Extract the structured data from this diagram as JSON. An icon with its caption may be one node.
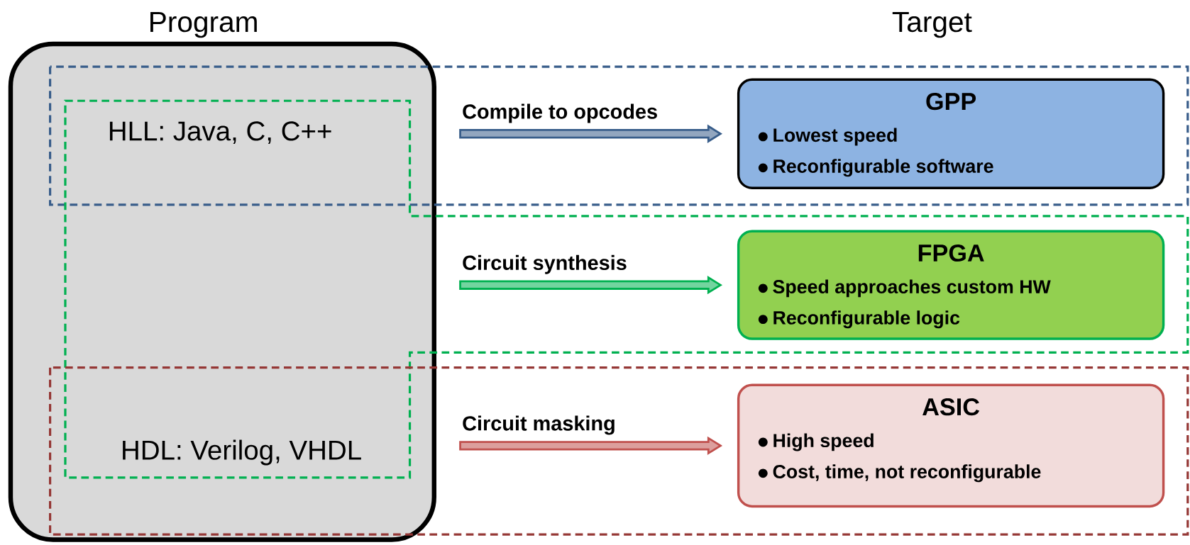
{
  "diagram": {
    "nodes": [
      {
        "text": [
          "Program"
        ]
      },
      {
        "text": [
          "HLL: Java, C, C++"
        ],
        "in": 0
      },
      {
        "text": [
          "HDL: Verilog, VHDL"
        ],
        "in": 0
      },
      {
        "text": [
          "GPP",
          "Lowest speed",
          "Reconfigurable software"
        ]
      },
      {
        "text": [
          "FPGA",
          "Speed approaches custom HW",
          "Reconfigurable logic"
        ]
      },
      {
        "text": [
          "ASIC",
          "High speed",
          "Cost, time, not reconfigurable"
        ]
      }
    ],
    "edges": [
      {
        "from": null,
        "to": 3,
        "arrow": "to",
        "label": "Compile to opcodes",
        "color": "#385d8a"
      },
      {
        "from": null,
        "to": 4,
        "arrow": "to",
        "label": "Circuit synthesis",
        "color": "#00b050"
      },
      {
        "from": null,
        "to": 5,
        "arrow": "to",
        "label": "Circuit masking",
        "color": "#c0504d"
      }
    ],
    "labels": [
      "Target"
    ]
  }
}
